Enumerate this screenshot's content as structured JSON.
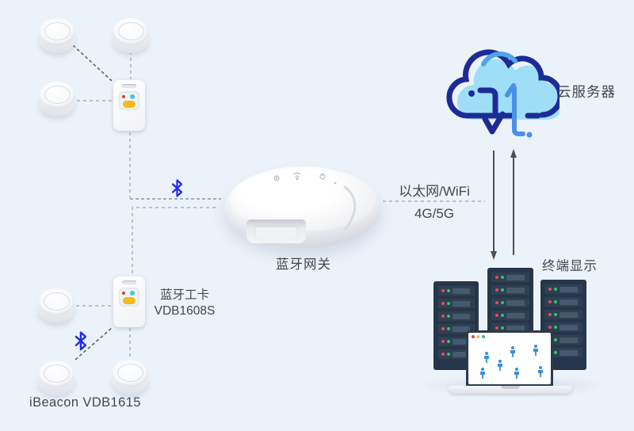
{
  "labels": {
    "ibeacon_model": "iBeacon VDB1615",
    "workcard_line1": "蓝牙工卡",
    "workcard_line2": "VDB1608S",
    "gateway": "蓝牙网关",
    "link_top": "以太网/WiFi",
    "link_bottom": "4G/5G",
    "cloud": "云服务器",
    "terminal": "终端显示"
  },
  "colors": {
    "background": "#ecf2f9",
    "text": "#43474e",
    "bluetooth_blue": "#1f2bee",
    "dash_light": "#b9c1cb",
    "dash_dark": "#99a1ab",
    "dash_diag": "#5d646c",
    "arrow_gray": "#4d4f52",
    "cloud_outline": "#1d2b96",
    "cloud_fill": "#9edef6",
    "cloud_highlight": "#4da6e8",
    "cloud_arrow_blue": "#4a90e8",
    "server_body": "#26364a",
    "server_slot": "#2e4052",
    "server_bar": "#47596c",
    "led_red": "#e8485f",
    "led_green": "#2ec66d",
    "person_blue": "#3d8fd6",
    "window_red": "#e74c3c",
    "window_yellow": "#f0b429",
    "window_green": "#2ecc71",
    "card_led_red": "#e03a28",
    "card_led_cyan": "#3ec8ec",
    "card_button_yellow": "#f5b921"
  },
  "devices": {
    "beacon_count": 6,
    "workcard_count": 2,
    "bluetooth_icon_count": 2,
    "server_racks": [
      {
        "rows": 6
      },
      {
        "rows": 7
      },
      {
        "rows": 6
      }
    ],
    "people_on_screen": 7
  },
  "icons": [
    "bluetooth-icon",
    "cloud-sync-icon",
    "gear-icon",
    "wifi-icon",
    "power-icon",
    "status-dot-icon",
    "window-dot-red",
    "window-dot-yellow",
    "window-dot-green",
    "person-icon",
    "down-arrow",
    "up-arrow"
  ]
}
